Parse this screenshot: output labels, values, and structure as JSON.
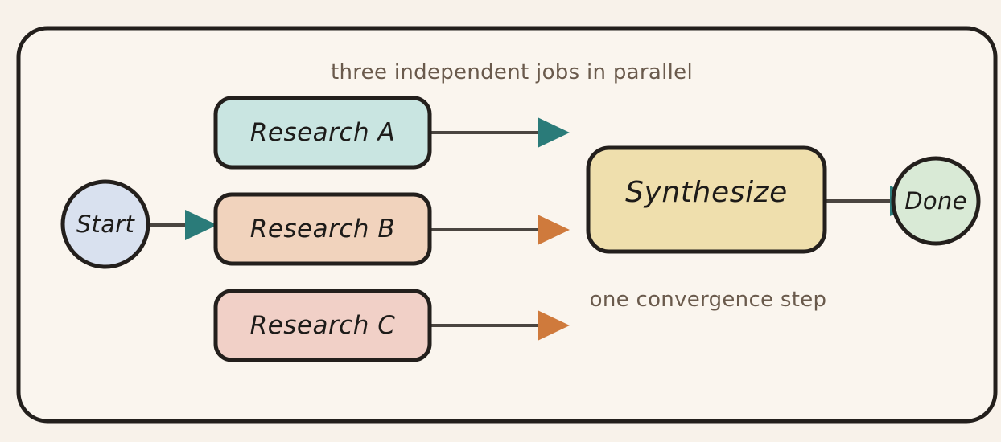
{
  "diagram": {
    "top_caption": "three independent jobs in parallel",
    "bottom_caption": "one convergence step",
    "nodes": {
      "start": {
        "label": "Start",
        "color": "#d9e1ef"
      },
      "research_a": {
        "label": "Research A",
        "color": "#c9e5e1"
      },
      "research_b": {
        "label": "Research B",
        "color": "#f1d3bd"
      },
      "research_c": {
        "label": "Research C",
        "color": "#f1d0c7"
      },
      "synthesize": {
        "label": "Synthesize",
        "color": "#efdfad"
      },
      "done": {
        "label": "Done",
        "color": "#d9ead6"
      }
    },
    "arrow_colors": {
      "teal": "#2a7b79",
      "orange": "#cf7a3c"
    }
  }
}
